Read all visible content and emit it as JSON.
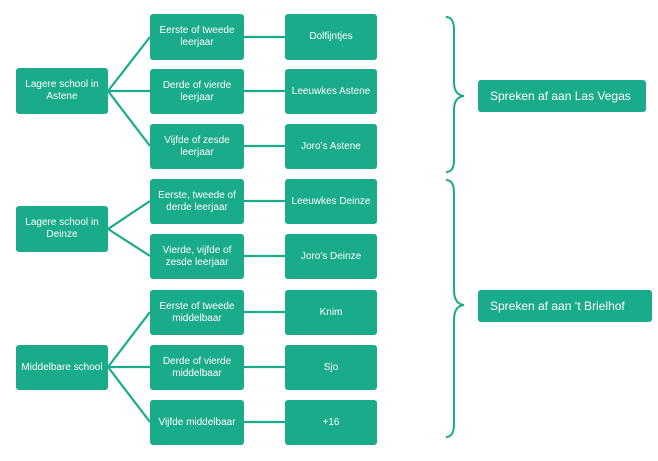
{
  "schools": [
    {
      "label": "Lagere school in Astene"
    },
    {
      "label": "Lagere school in Deinze"
    },
    {
      "label": "Middelbare school"
    }
  ],
  "grades": [
    {
      "label": "Eerste of tweede leerjaar"
    },
    {
      "label": "Derde of vierde leerjaar"
    },
    {
      "label": "Vijfde of zesde leerjaar"
    },
    {
      "label": "Eerste, tweede of derde leerjaar"
    },
    {
      "label": "Vierde, vijfde of zesde leerjaar"
    },
    {
      "label": "Eerste of tweede middelbaar"
    },
    {
      "label": "Derde of vierde middelbaar"
    },
    {
      "label": "Vijfde middelbaar"
    }
  ],
  "groups": [
    {
      "label": "Dolfijntjes"
    },
    {
      "label": "Leeuwkes Astene"
    },
    {
      "label": "Joro's Astene"
    },
    {
      "label": "Leeuwkes Deinze"
    },
    {
      "label": "Joro's Deinze"
    },
    {
      "label": "Knim"
    },
    {
      "label": "Sjo"
    },
    {
      "label": "+16"
    }
  ],
  "meetings": [
    {
      "label": "Spreken af aan Las Vegas"
    },
    {
      "label": "Spreken af aan ‘t Brielhof"
    }
  ],
  "colors": {
    "accent": "#1aab8b",
    "text": "#ffffff"
  }
}
